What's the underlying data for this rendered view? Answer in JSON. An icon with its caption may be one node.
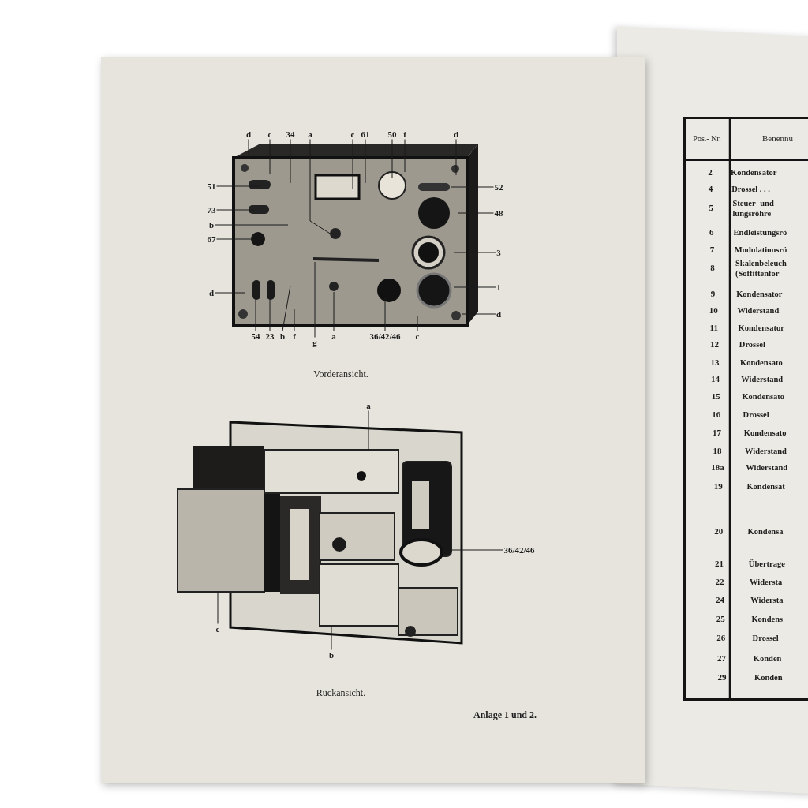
{
  "diagram": {
    "nodes": [
      {
        "text": [
          "d"
        ]
      },
      {
        "text": [
          "c"
        ]
      },
      {
        "text": [
          "34"
        ]
      },
      {
        "text": [
          "a"
        ]
      },
      {
        "text": [
          "c"
        ]
      },
      {
        "text": [
          "61"
        ]
      },
      {
        "text": [
          "50"
        ]
      },
      {
        "text": [
          "f"
        ]
      },
      {
        "text": [
          "d"
        ]
      },
      {
        "text": [
          "51"
        ]
      },
      {
        "text": [
          "73"
        ]
      },
      {
        "text": [
          "b"
        ]
      },
      {
        "text": [
          "67"
        ]
      },
      {
        "text": [
          "d"
        ]
      },
      {
        "text": [
          "52"
        ]
      },
      {
        "text": [
          "48"
        ]
      },
      {
        "text": [
          "3"
        ]
      },
      {
        "text": [
          "1"
        ]
      },
      {
        "text": [
          "d"
        ]
      },
      {
        "text": [
          "54"
        ]
      },
      {
        "text": [
          "23"
        ]
      },
      {
        "text": [
          "b"
        ]
      },
      {
        "text": [
          "f"
        ]
      },
      {
        "text": [
          "g"
        ]
      },
      {
        "text": [
          "a"
        ]
      },
      {
        "text": [
          "36/42/46"
        ]
      },
      {
        "text": [
          "c"
        ]
      },
      {
        "text": [
          "a"
        ]
      },
      {
        "text": [
          "36/42/46"
        ]
      },
      {
        "text": [
          "c"
        ]
      },
      {
        "text": [
          "b"
        ]
      },
      {
        "text": [],
        "shape": "box"
      },
      {
        "text": [],
        "shape": "cylinder"
      },
      {
        "text": [],
        "shape": "box"
      },
      {
        "text": [],
        "shape": "box"
      }
    ],
    "edges": [
      {
        "from": 0,
        "to": null,
        "arrow": "none"
      },
      {
        "from": 1,
        "to": null,
        "arrow": "none"
      },
      {
        "from": 2,
        "to": null,
        "arrow": "none"
      },
      {
        "from": 3,
        "to": null,
        "arrow": "none"
      },
      {
        "from": 4,
        "to": null,
        "arrow": "none"
      },
      {
        "from": 5,
        "to": null,
        "arrow": "none"
      },
      {
        "from": 6,
        "to": null,
        "arrow": "none"
      },
      {
        "from": 7,
        "to": null,
        "arrow": "none"
      },
      {
        "from": 8,
        "to": null,
        "arrow": "none"
      },
      {
        "from": 9,
        "to": null,
        "arrow": "none"
      },
      {
        "from": 10,
        "to": null,
        "arrow": "none"
      },
      {
        "from": 11,
        "to": null,
        "arrow": "none"
      },
      {
        "from": 12,
        "to": null,
        "arrow": "none"
      },
      {
        "from": 13,
        "to": null,
        "arrow": "none"
      },
      {
        "from": 14,
        "to": null,
        "arrow": "none"
      },
      {
        "from": 15,
        "to": null,
        "arrow": "none"
      },
      {
        "from": 16,
        "to": null,
        "arrow": "none"
      },
      {
        "from": 17,
        "to": null,
        "arrow": "none"
      },
      {
        "from": 18,
        "to": null,
        "arrow": "none"
      },
      {
        "from": 19,
        "to": null,
        "arrow": "none"
      },
      {
        "from": 20,
        "to": null,
        "arrow": "none"
      },
      {
        "from": 21,
        "to": null,
        "arrow": "none"
      },
      {
        "from": 22,
        "to": null,
        "arrow": "none"
      },
      {
        "from": 23,
        "to": null,
        "arrow": "none"
      },
      {
        "from": 24,
        "to": null,
        "arrow": "none"
      },
      {
        "from": 25,
        "to": null,
        "arrow": "none"
      },
      {
        "from": 26,
        "to": null,
        "arrow": "none"
      },
      {
        "from": 27,
        "to": 31,
        "arrow": "none"
      },
      {
        "from": 28,
        "to": 32,
        "arrow": "none"
      },
      {
        "from": 29,
        "to": 33,
        "arrow": "none"
      },
      {
        "from": 30,
        "to": 34,
        "arrow": "none"
      }
    ],
    "labels": [
      "Vorderansicht.",
      "Rückansicht.",
      "Anlage 1 und 2.",
      "Pos.- Nr.",
      "Benennu",
      "2",
      "Kondensator",
      "4",
      "Drossel . . .",
      "5",
      "Steuer- und lungsröhre",
      "6",
      "Endleistungsrö",
      "7",
      "Modulationsrö",
      "8",
      "Skalenbeleuch (Soffittenfor",
      "9",
      "Kondensator",
      "10",
      "Widerstand",
      "11",
      "Kondensator",
      "12",
      "Drossel",
      "13",
      "Kondensato",
      "14",
      "Widerstand",
      "15",
      "Kondensato",
      "16",
      "Drossel",
      "17",
      "Kondensato",
      "18",
      "Widerstand",
      "18a",
      "Widerstand",
      "19",
      "Kondensat",
      "20",
      "Kondensa",
      "21",
      "Übertrage",
      "22",
      "Widersta",
      "24",
      "Widersta",
      "25",
      "Kondens",
      "26",
      "Drossel",
      "27",
      "Konden",
      "29",
      "Konden"
    ]
  }
}
